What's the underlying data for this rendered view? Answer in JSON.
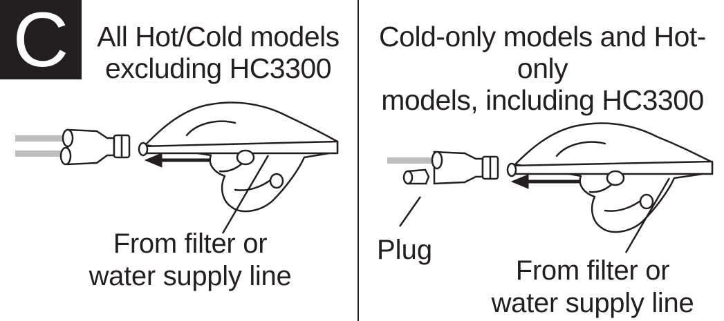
{
  "step": {
    "letter": "C"
  },
  "left_panel": {
    "heading": [
      "All Hot/Cold models",
      "excluding HC3300"
    ],
    "caption": [
      "From filter or",
      "water supply line"
    ]
  },
  "right_panel": {
    "heading": [
      "Cold-only models and Hot-only",
      "models, including HC3300"
    ],
    "plug_label": "Plug",
    "caption": [
      "From filter or",
      "water supply line"
    ]
  },
  "colors": {
    "ink": "#231f20",
    "tube": "#bcbec0",
    "background": "#ffffff"
  }
}
